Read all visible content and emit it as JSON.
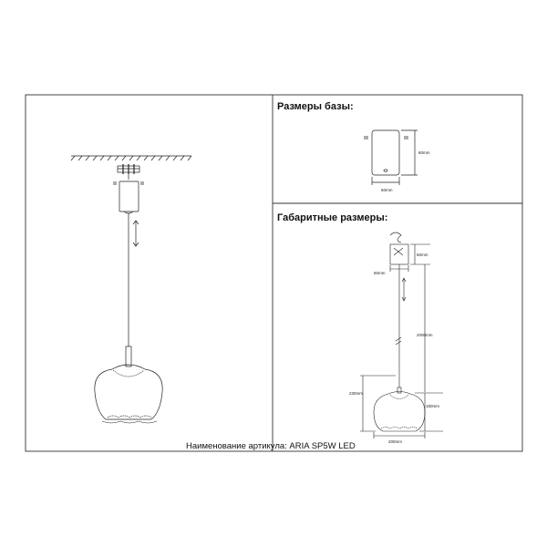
{
  "sections": {
    "base_title": "Размеры базы:",
    "overall_title": "Габаритные размеры:"
  },
  "base_dims": {
    "height": "60mm",
    "diameter": "60mm"
  },
  "overall_dims": {
    "canopy_height": "60mm",
    "canopy_width": "60mm",
    "cable_length": "2000mm",
    "shade_height": "230mm",
    "shade_inner_height": "150mm",
    "shade_width": "200mm"
  },
  "caption": "Наименование артикула: ARIA SP5W LED",
  "colors": {
    "line": "#222222",
    "frame": "#333333"
  }
}
